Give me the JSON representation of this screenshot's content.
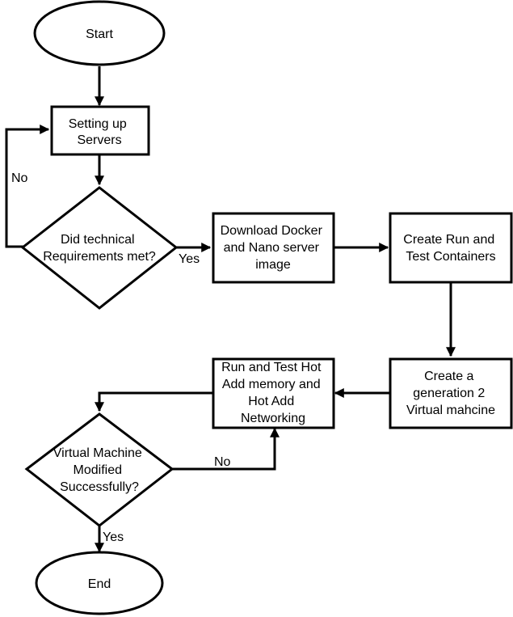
{
  "nodes": {
    "start": {
      "lines": [
        "Start"
      ]
    },
    "setup": {
      "lines": [
        "Setting up",
        "Servers"
      ]
    },
    "check_requirements": {
      "lines": [
        "Did technical",
        "Requirements met?"
      ]
    },
    "download": {
      "lines": [
        "Download Docker",
        "and Nano server",
        "image"
      ]
    },
    "containers": {
      "lines": [
        "Create Run and",
        "Test Containers"
      ]
    },
    "create_vm": {
      "lines": [
        "Create a",
        "generation 2",
        "Virtual mahcine"
      ]
    },
    "hot_add": {
      "lines": [
        "Run and Test Hot",
        "Add memory and",
        "Hot Add",
        "Networking"
      ]
    },
    "check_vm": {
      "lines": [
        "Virtual Machine",
        "Modified",
        "Successfully?"
      ]
    },
    "end": {
      "lines": [
        "End"
      ]
    }
  },
  "edges": {
    "req_no": "No",
    "req_yes": "Yes",
    "vm_no": "No",
    "vm_yes": "Yes"
  }
}
